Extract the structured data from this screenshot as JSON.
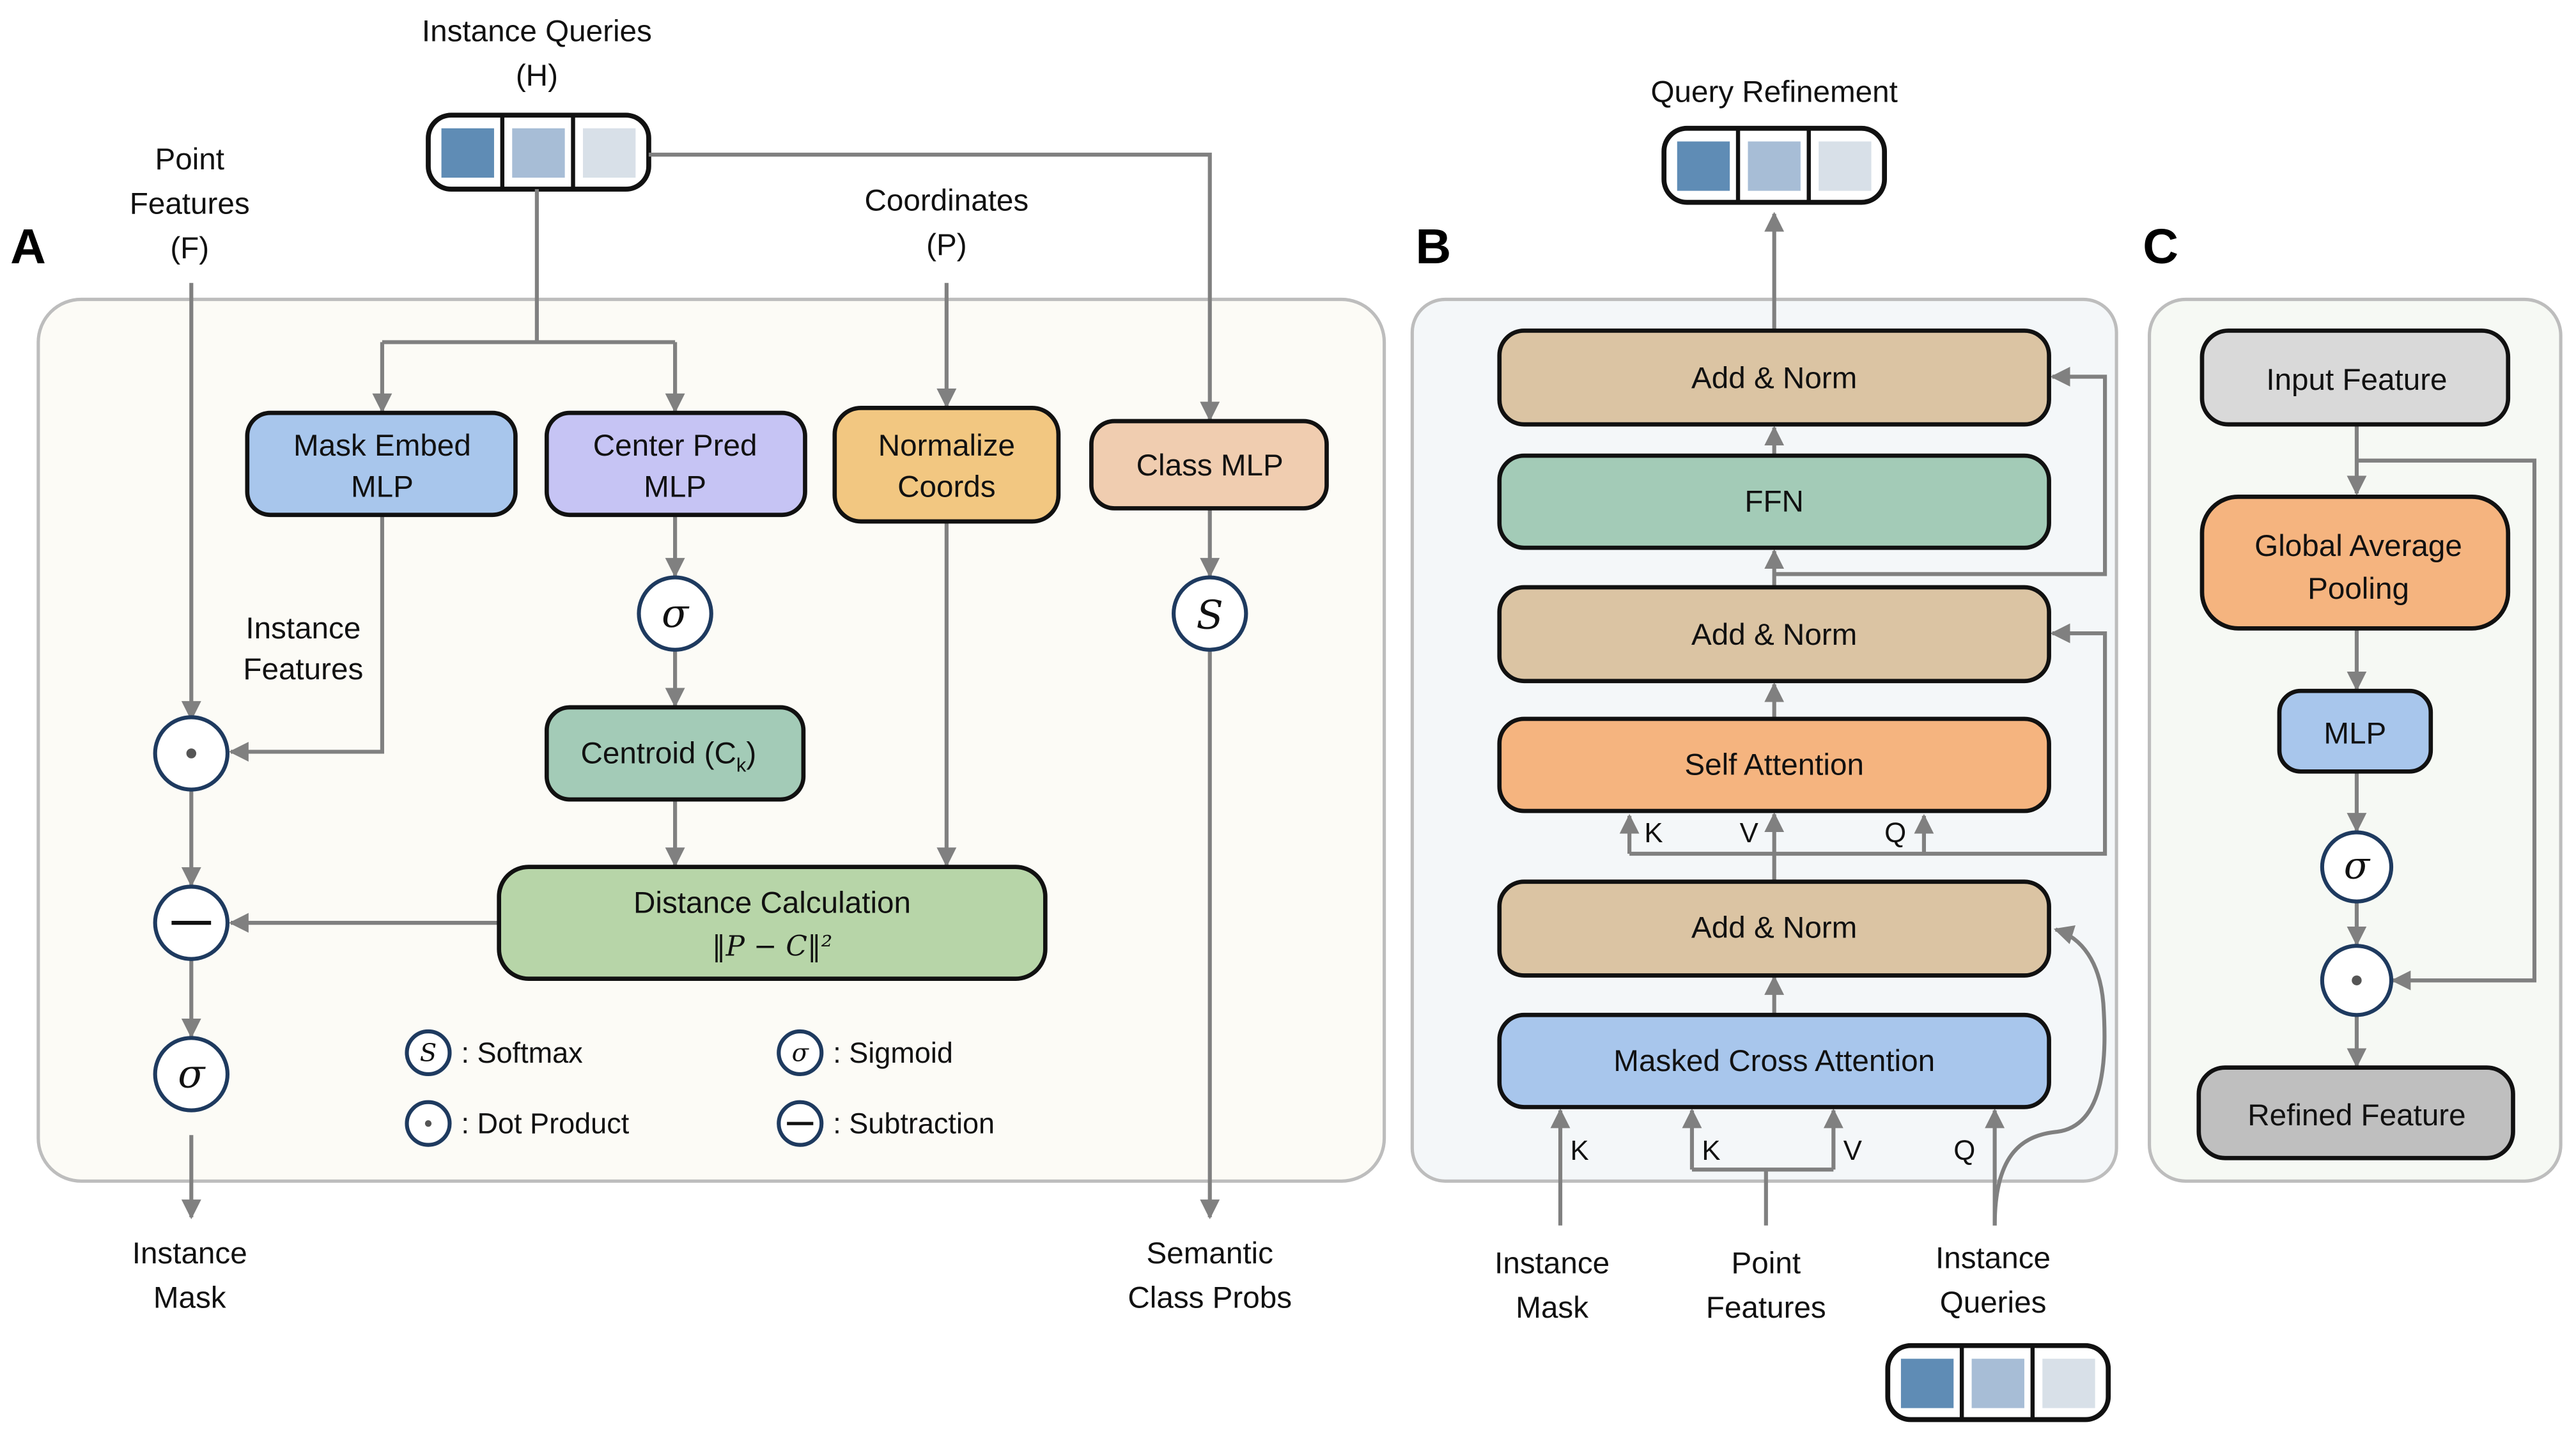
{
  "colors": {
    "panel_a_bg": "#fcfbf6",
    "panel_b_bg": "#f4f7f9",
    "panel_c_bg": "#f6f9f4",
    "panel_border": "#bdbdbd",
    "wire": "#808080",
    "op_circle_stroke": "#1e3a5f",
    "query_cells": [
      "#5f8cb5",
      "#a7bdd6",
      "#d8e0e8"
    ],
    "mask_embed_mlp": "#a8c6ec",
    "center_pred_mlp": "#c6c4f4",
    "normalize_coords": "#f2c781",
    "class_mlp": "#f0cdb0",
    "centroid": "#a3cbb7",
    "distance_calc": "#b7d5a8",
    "add_norm": "#dbc4a3",
    "ffn": "#a3cbb7",
    "self_attention": "#f5b47f",
    "masked_cross_attention": "#a8c6ec",
    "input_feature": "#d9d9d9",
    "gap": "#f5b47f",
    "mlp_c": "#a8c6ec",
    "refined_feature": "#bfbfbf"
  },
  "panel_a": {
    "letter": "A",
    "inputs": {
      "instance_queries": [
        "Instance Queries",
        "(H)"
      ],
      "point_features": [
        "Point",
        "Features",
        "(F)"
      ],
      "coordinates": [
        "Coordinates",
        "(P)"
      ]
    },
    "nodes": {
      "mask_embed_mlp": [
        "Mask Embed",
        "MLP"
      ],
      "center_pred_mlp": [
        "Center Pred",
        "MLP"
      ],
      "normalize_coords": [
        "Normalize",
        "Coords"
      ],
      "class_mlp": "Class MLP",
      "centroid": "Centroid (C",
      "centroid_sub": "k",
      "centroid_close": ")",
      "distance_calc": "Distance Calculation",
      "distance_formula": "‖P − C‖²"
    },
    "edge_labels": {
      "instance_features": [
        "Instance",
        "Features"
      ]
    },
    "operators": {
      "sigmoid": "σ",
      "softmax": "S",
      "dot": "·",
      "subtract": "−"
    },
    "legend": [
      {
        "symbol": "S",
        "label": ": Softmax"
      },
      {
        "symbol": "σ",
        "label": ": Sigmoid"
      },
      {
        "symbol": "·",
        "label": ": Dot Product"
      },
      {
        "symbol": "−",
        "label": ": Subtraction"
      }
    ],
    "outputs": {
      "instance_mask": [
        "Instance",
        "Mask"
      ],
      "semantic_class_probs": [
        "Semantic",
        "Class Probs"
      ]
    }
  },
  "panel_b": {
    "letter": "B",
    "title": "Query Refinement",
    "layers": {
      "add_norm_top": "Add & Norm",
      "ffn": "FFN",
      "add_norm_mid": "Add & Norm",
      "self_attention": "Self Attention",
      "add_norm_bottom": "Add & Norm",
      "masked_cross_attention": "Masked Cross Attention"
    },
    "self_attn_inputs": [
      "K",
      "V",
      "Q"
    ],
    "cross_attn_inputs": [
      "K",
      "K",
      "V",
      "Q"
    ],
    "inputs": {
      "instance_mask": [
        "Instance",
        "Mask"
      ],
      "point_features": [
        "Point",
        "Features"
      ],
      "instance_queries": [
        "Instance",
        "Queries"
      ]
    }
  },
  "panel_c": {
    "letter": "C",
    "nodes": {
      "input_feature": "Input Feature",
      "gap": [
        "Global Average",
        "Pooling"
      ],
      "mlp": "MLP",
      "refined_feature": "Refined Feature"
    },
    "operators": {
      "sigmoid": "σ",
      "dot": "·"
    }
  }
}
